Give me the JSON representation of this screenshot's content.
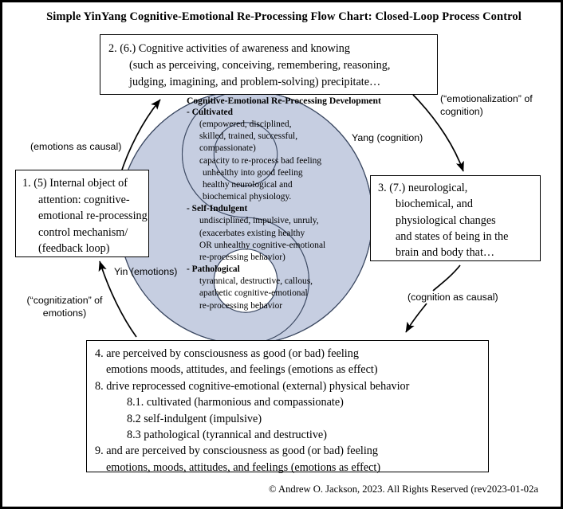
{
  "title": "Simple  YinYang   Cognitive-Emotional   Re-Processing Flow  Chart:  Closed-Loop Process Control",
  "boxes": {
    "box2": {
      "lines": [
        "2. (6.) Cognitive  activities  of awareness  and knowing",
        "(such  as perceiving,  conceiving,  remembering,  reasoning,",
        "judging,  imagining,  and problem-solving)  precipitate…"
      ]
    },
    "box1": {
      "lines": [
        "1. (5) Internal  object of",
        "attention:  cognitive-",
        "emotional   re-processing",
        "control  mechanism/",
        "(feedback  loop)"
      ]
    },
    "box3": {
      "lines": [
        "3. (7.) neurological,",
        "biochemical,  and",
        "physiological  changes",
        "and states  of being  in the",
        "brain  and body that…"
      ]
    },
    "box4": {
      "lines": [
        "4. are perceived  by consciousness  as good (or bad) feeling",
        "emotions  moods, attitudes,  and feelings  (emotions as effect)",
        "8. drive  reprocessed  cognitive-emotional  (external)  physical  behavior",
        "8.1. cultivated  (harmonious  and compassionate)",
        "8.2  self-indulgent  (impulsive)",
        "8.3  pathological  (tyrannical  and destructive)",
        "9.  and are perceived  by consciousness  as good (or bad) feeling",
        "emotions,  moods, attitudes,  and feelings  (emotions  as effect)"
      ]
    }
  },
  "yinyang": {
    "heading": "Cognitive-Emotional  Re-Processing Development",
    "cultivated_head": "- Cultivated",
    "cultivated_lines": [
      "(empowered,  disciplined,",
      "skilled,  trained,  successful,",
      "compassionate)",
      "capacity to re-process bad feeling",
      "unhealthy into good feeling",
      "healthy neurological and",
      "biochemical  physiology."
    ],
    "selfindulgent_head": "- Self-Indulgent",
    "selfindulgent_lines": [
      "undisciplined, impulsive,  unruly,",
      "(exacerbates  existing  healthy",
      "OR  unhealthy cognitive-emotional",
      "re-processing behavior)"
    ],
    "pathological_head": "- Pathological",
    "pathological_lines": [
      "tyrannical,  destructive, callous,",
      "apathetic cognitive-emotional",
      "re-processing behavior"
    ]
  },
  "labels": {
    "emotions_as_causal": "(emotions as causal)",
    "cognitization_of_emotions": "(“cognitization” of emotions)",
    "yin": "Yin (emotions)",
    "yang": "Yang (cognition)",
    "emotionalization_of_cognition": "(“emotionalization” of cognition)",
    "cognition_as_causal": "(cognition as causal)"
  },
  "copyright": "© Andrew O. Jackson, 2023. All Rights Reserved (rev2023-01-02a",
  "colors": {
    "yinyang_fill": "#c6cee1",
    "yinyang_stroke": "#3d4a63",
    "frame": "#000000",
    "background": "#ffffff"
  }
}
